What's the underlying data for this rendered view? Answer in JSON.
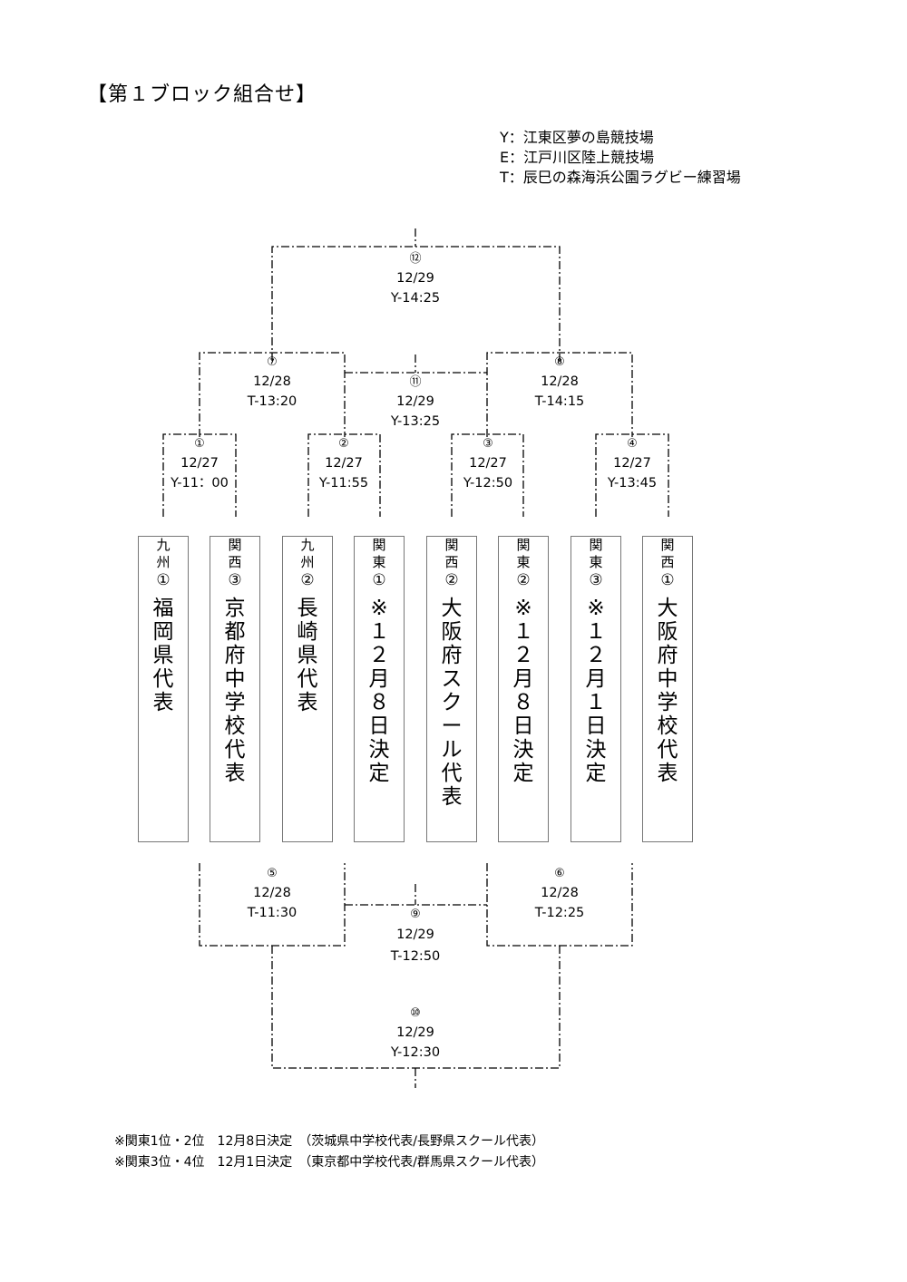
{
  "title": "【第１ブロック組合せ】",
  "venues": [
    "Y：江東区夢の島競技場",
    "E：江戸川区陸上競技場",
    "T：辰巳の森海浜公園ラグビー練習場"
  ],
  "matches": [
    {
      "num": "⑫",
      "date": "12/29",
      "time": "Y-14:25"
    },
    {
      "num": "⑦",
      "date": "12/28",
      "time": "T-13:20"
    },
    {
      "num": "⑧",
      "date": "12/28",
      "time": "T-14:15"
    },
    {
      "num": "⑪",
      "date": "12/29",
      "time": "Y-13:25"
    },
    {
      "num": "①",
      "date": "12/27",
      "time": "Y-11：00"
    },
    {
      "num": "②",
      "date": "12/27",
      "time": "Y-11:55"
    },
    {
      "num": "③",
      "date": "12/27",
      "time": "Y-12:50"
    },
    {
      "num": "④",
      "date": "12/27",
      "time": "Y-13:45"
    },
    {
      "num": "⑤",
      "date": "12/28",
      "time": "T-11:30"
    },
    {
      "num": "⑥",
      "date": "12/28",
      "time": "T-12:25"
    },
    {
      "num": "⑨",
      "date": "12/29",
      "time": "T-12:50"
    },
    {
      "num": "⑩",
      "date": "12/29",
      "time": "Y-12:30"
    }
  ],
  "teams": [
    {
      "region": [
        "九",
        "州"
      ],
      "seed": "①",
      "name": "福岡県代表"
    },
    {
      "region": [
        "関",
        "西"
      ],
      "seed": "③",
      "name": "京都府中学校代表"
    },
    {
      "region": [
        "九",
        "州"
      ],
      "seed": "②",
      "name": "長崎県代表"
    },
    {
      "region": [
        "関",
        "東"
      ],
      "seed": "①",
      "name": "※１２月８日決定"
    },
    {
      "region": [
        "関",
        "西"
      ],
      "seed": "②",
      "name": "大阪府スクール代表"
    },
    {
      "region": [
        "関",
        "東"
      ],
      "seed": "②",
      "name": "※１２月８日決定"
    },
    {
      "region": [
        "関",
        "東"
      ],
      "seed": "③",
      "name": "※１２月１日決定"
    },
    {
      "region": [
        "関",
        "西"
      ],
      "seed": "①",
      "name": "大阪府中学校代表"
    }
  ],
  "notes": [
    "※関東1位・2位　12月8日決定　（茨城県中学校代表/長野県スクール代表）",
    "※関東3位・4位　12月1日決定　（東京都中学校代表/群馬県スクール代表）"
  ]
}
